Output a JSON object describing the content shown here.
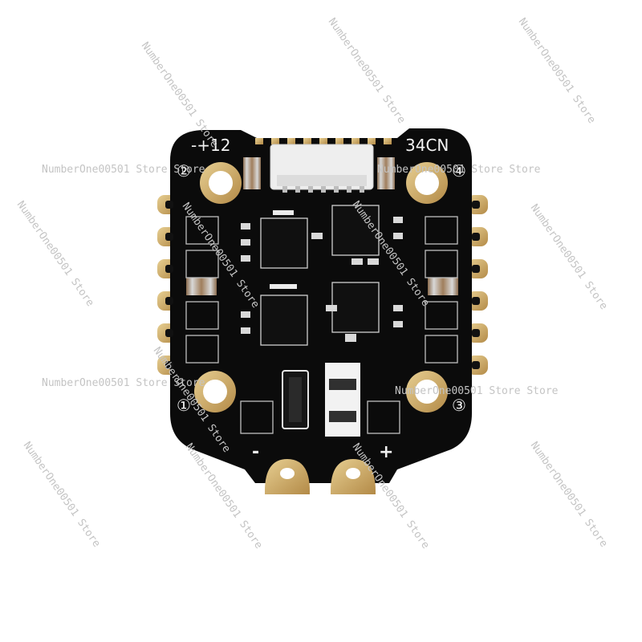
{
  "board": {
    "label_top_left": "-+12",
    "label_top_right": "34CN",
    "mount_1": "①",
    "mount_2": "②",
    "mount_3": "③",
    "mount_4": "④",
    "pad_minus": "-",
    "pad_plus": "+"
  },
  "watermarks": {
    "store_1": "NumberOne00501 Store",
    "store_2": "NumberOne00501 Store",
    "store_3": "NumberOne00501 Store",
    "store_4": "NumberOne00501 Store Store",
    "store_5": "NumberOne00501 Store Store",
    "store_6": "NumberOne00501 Store",
    "store_7": "NumberOne00501 Store",
    "store_8": "NumberOne00501 Store",
    "store_9": "NumberOne00501 Store",
    "store_10": "NumberOne00501 Store Store",
    "store_11": "NumberOne00501 Store Store",
    "store_12": "NumberOne00501 Store",
    "store_13": "NumberOne00501 Store",
    "store_14": "NumberOne00501 Store",
    "store_15": "NumberOne00501 Store",
    "store_16": "NumberOne00501 Store"
  },
  "colors": {
    "pcb": "#0b0b0b",
    "gold": "#c9a466",
    "silkscreen": "#f2f2f2"
  }
}
